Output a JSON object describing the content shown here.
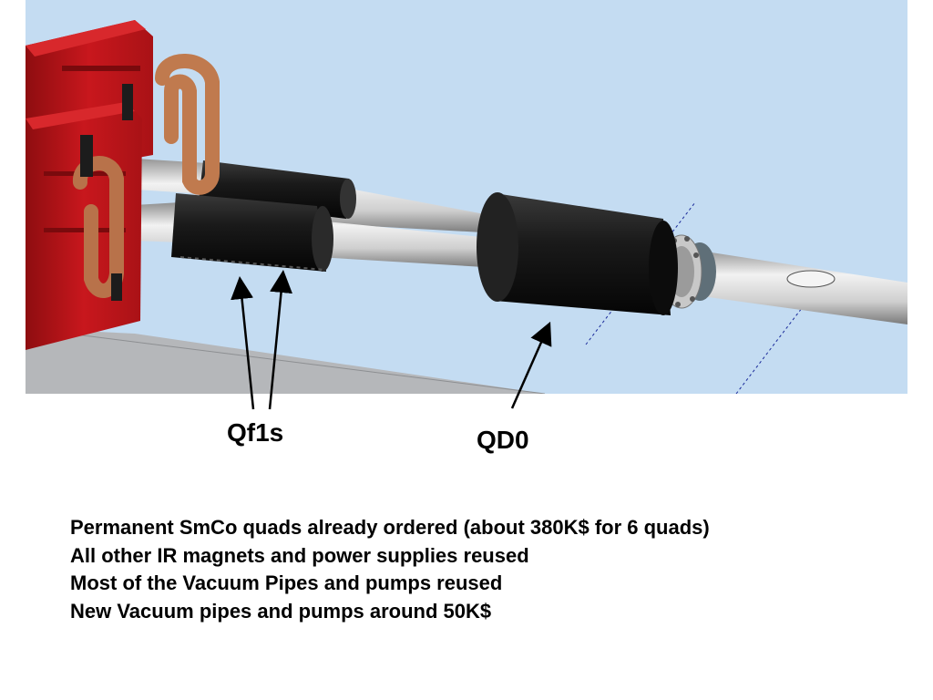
{
  "labels": {
    "qf1s": "Qf1s",
    "qd0": "QD0"
  },
  "notes": [
    "Permanent SmCo quads already ordered (about 380K$ for 6 quads)",
    "All other IR magnets and power supplies reused",
    "Most of the Vacuum Pipes and pumps reused",
    "New Vacuum pipes and pumps around 50K$"
  ],
  "colors": {
    "background_sky": "#c4dcf2",
    "floor": "#b5b7ba",
    "magnet_red": "#c0141a",
    "coil_copper": "#c07a4e",
    "quad_black": "#111111",
    "pipe_grey": "#d4d4d4"
  }
}
